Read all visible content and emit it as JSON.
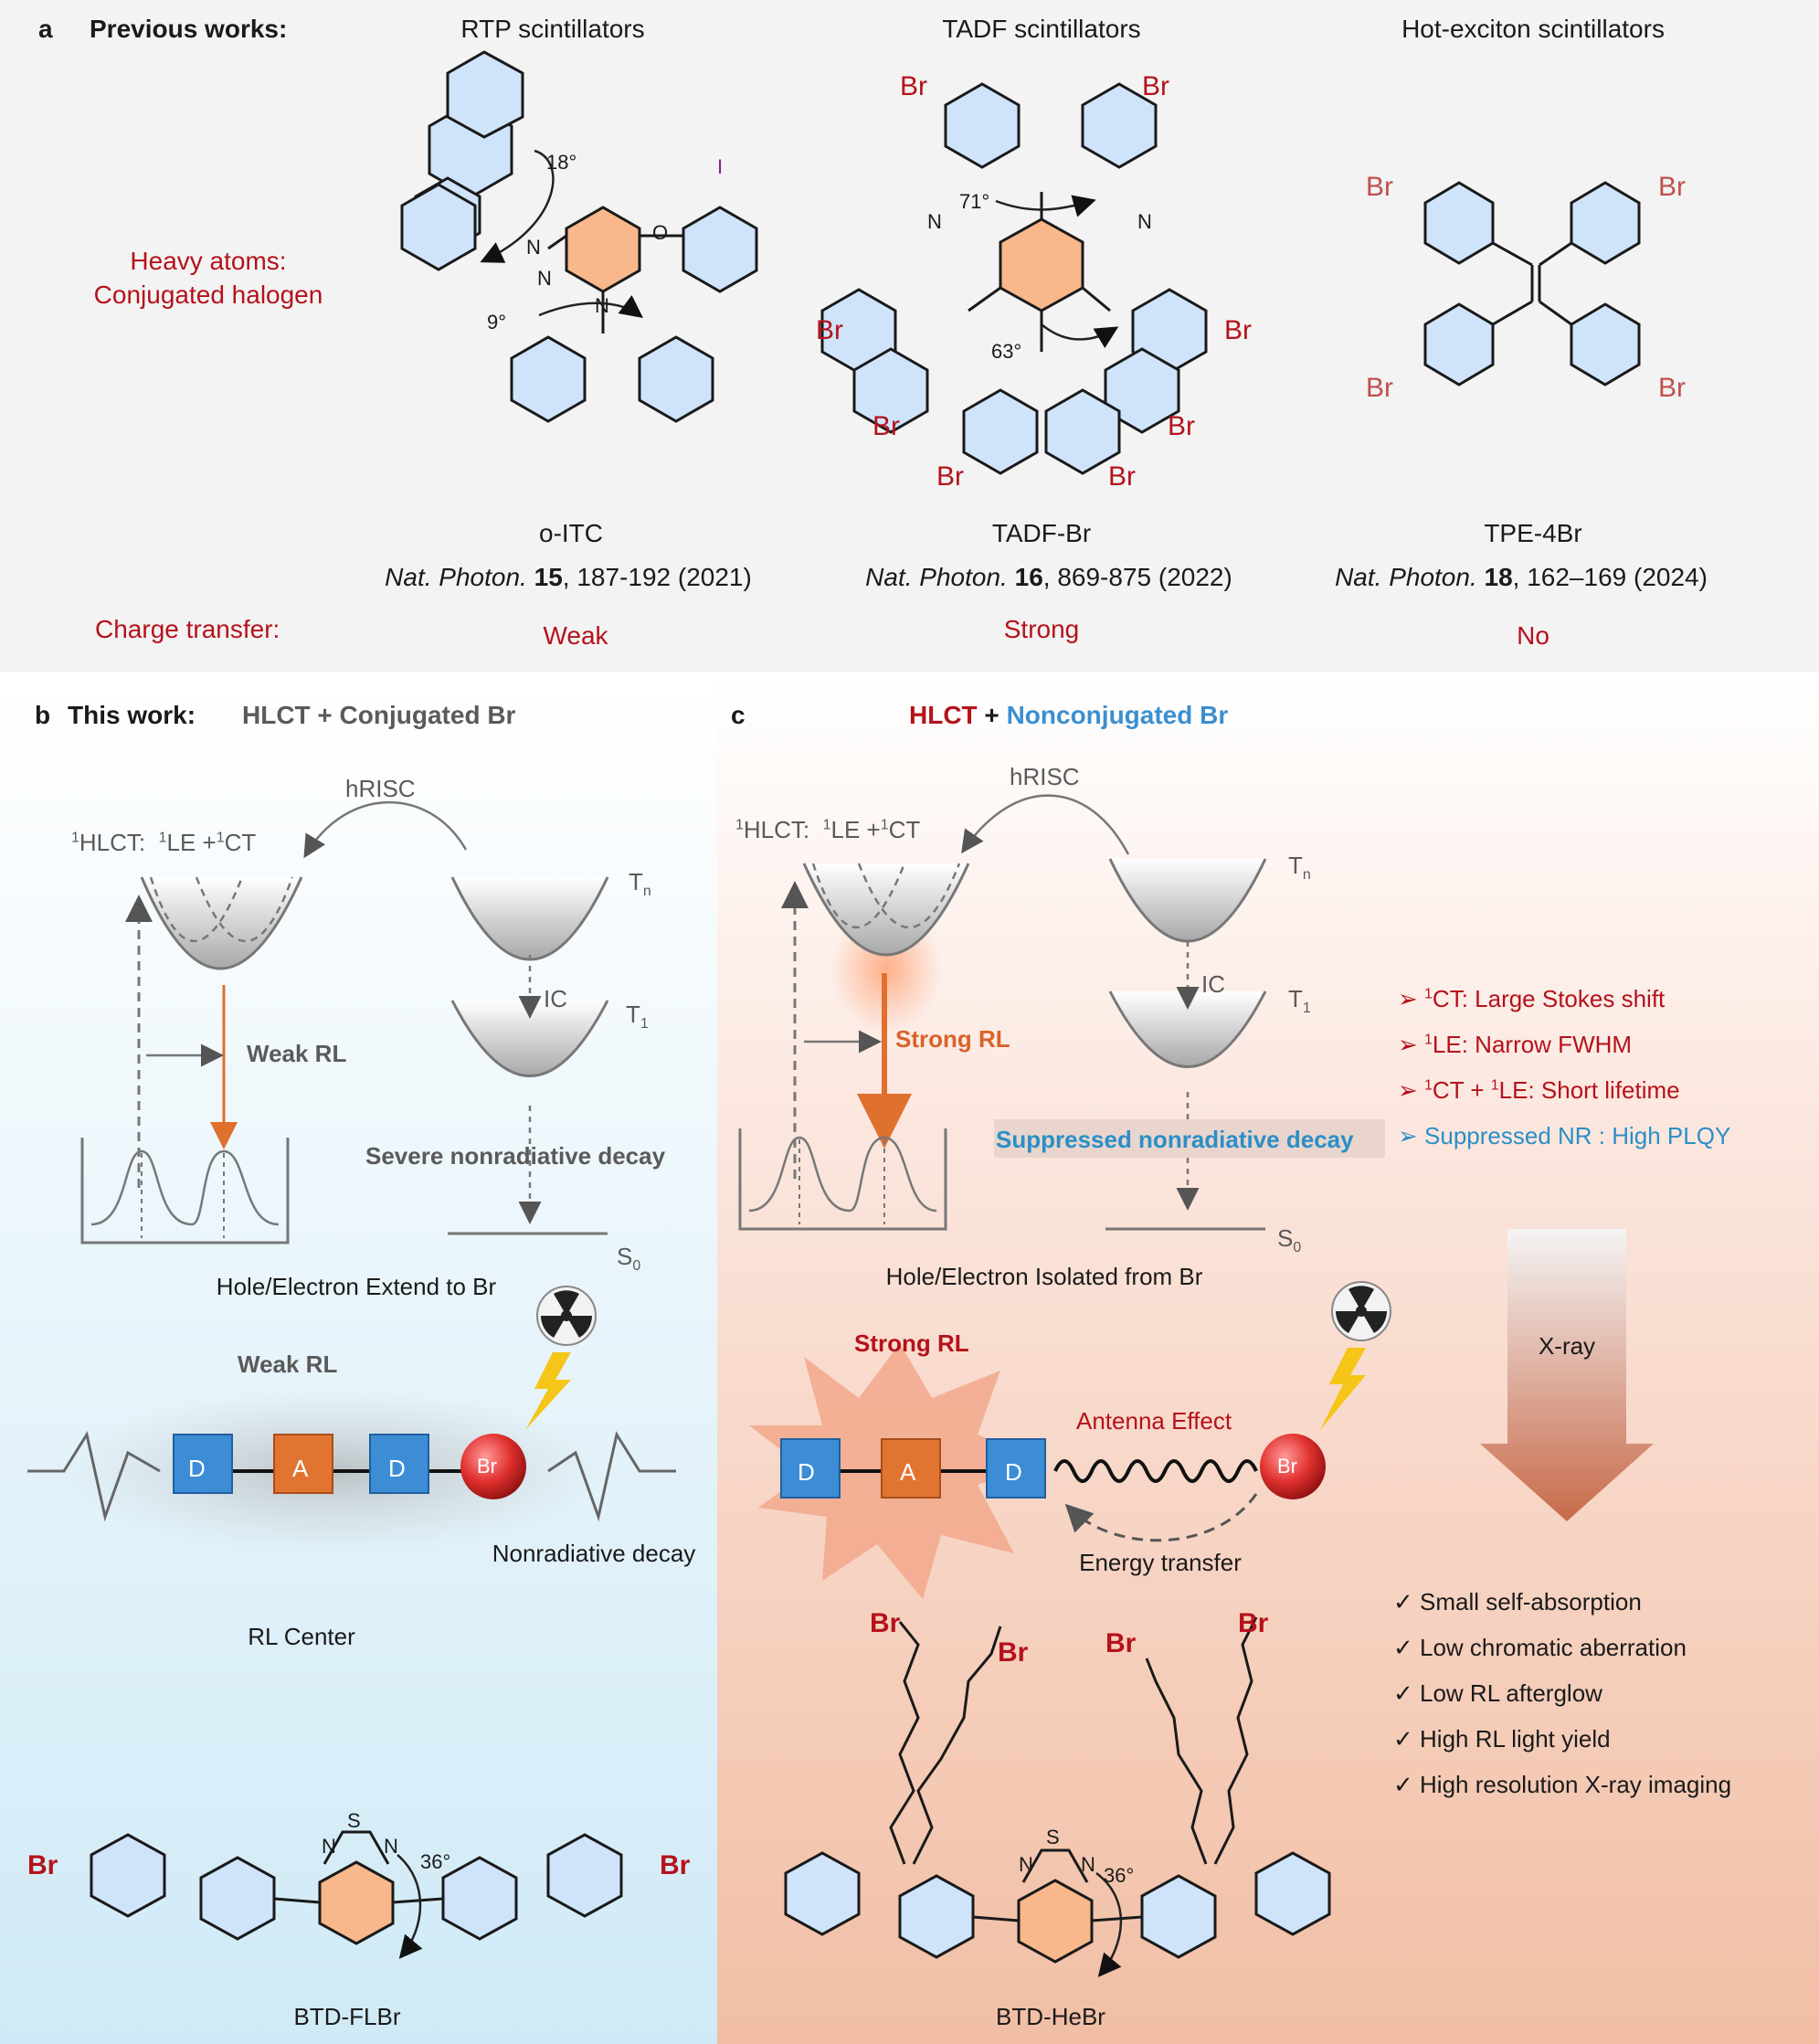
{
  "panel_a": {
    "letter": "a",
    "heading": "Previous works:",
    "heavy_atoms_line1": "Heavy atoms:",
    "heavy_atoms_line2": "Conjugated halogen",
    "charge_transfer_label": "Charge transfer",
    "charge_transfer_colon": ":",
    "columns": [
      {
        "title": "RTP scintillators",
        "compound": "o-ITC",
        "journal": "Nat. Photon.",
        "volume": "15",
        "pages": ", 187-192 (2021)",
        "transfer": "Weak",
        "angle1": "18°",
        "angle2": "9°"
      },
      {
        "title": "TADF scintillators",
        "compound": "TADF-Br",
        "journal": "Nat. Photon.",
        "volume": "16",
        "pages": ", 869-875 (2022)",
        "transfer": "Strong",
        "angle1": "71°",
        "angle2": "63°"
      },
      {
        "title": "Hot-exciton scintillators",
        "compound": "TPE-4Br",
        "journal": "Nat. Photon.",
        "volume": "18",
        "pages": ", 162–169 (2024)",
        "transfer": "No"
      }
    ]
  },
  "panel_b": {
    "letter": "b",
    "heading": "This work:",
    "subheading": "HLCT + Conjugated Br",
    "hrisc": "hRISC",
    "hlct_label": "HLCT:",
    "le_ct_label": "LE +",
    "ct_label": "CT",
    "sup1": "1",
    "tn": "T",
    "tn_sub": "n",
    "t1": "T",
    "t1_sub": "1",
    "ic": "IC",
    "s0": "S",
    "s0_sub": "0",
    "rl": "Weak RL",
    "nonrad": "Severe nonradiative decay",
    "hole_electron": "Hole/Electron Extend to Br",
    "rl_top": "Weak RL",
    "nonradiative_decay": "Nonradiative decay",
    "rl_center": "RL Center",
    "compound": "BTD-FLBr",
    "angle": "36°"
  },
  "panel_c": {
    "letter": "c",
    "heading_hlct": "HLCT",
    "heading_plus": " + ",
    "heading_nonconj": "Nonconjugated Br",
    "hrisc": "hRISC",
    "hlct_label": "HLCT:",
    "le_ct_label": "LE +",
    "ct_label": "CT",
    "sup1": "1",
    "tn": "T",
    "tn_sub": "n",
    "t1": "T",
    "t1_sub": "1",
    "ic": "IC",
    "s0": "S",
    "s0_sub": "0",
    "rl": "Strong RL",
    "suppressed": "Suppressed nonradiative decay",
    "hole_electron": "Hole/Electron Isolated from Br",
    "rl_top": "Strong RL",
    "antenna": "Antenna Effect",
    "energy_transfer": "Energy transfer",
    "xray": "X-ray",
    "compound": "BTD-HeBr",
    "angle": "36°",
    "features": [
      {
        "sup": "1",
        "text": "CT: Large Stokes shift"
      },
      {
        "sup": "1",
        "text": "LE: Narrow FWHM"
      },
      {
        "sup": "1",
        "text": "CT + ",
        "sup2": "1",
        "text2": "LE: Short lifetime"
      },
      {
        "text": "Suppressed NR : High PLQY"
      }
    ],
    "checks": [
      "Small self-absorption",
      "Low chromatic aberration",
      "Low RL afterglow",
      "High RL light yield",
      "High resolution X-ray imaging"
    ]
  },
  "blocks": {
    "donor": "D",
    "acceptor": "A",
    "bromine": "Br"
  },
  "atoms": {
    "br": "Br",
    "n": "N",
    "s": "S",
    "o": "O",
    "i": "I"
  },
  "colors": {
    "red": "#b5121b",
    "blue": "#3b8fd0",
    "orange": "#e0702e",
    "ring_blue": "#cfe4fb",
    "ring_orange": "#f8b88b"
  }
}
